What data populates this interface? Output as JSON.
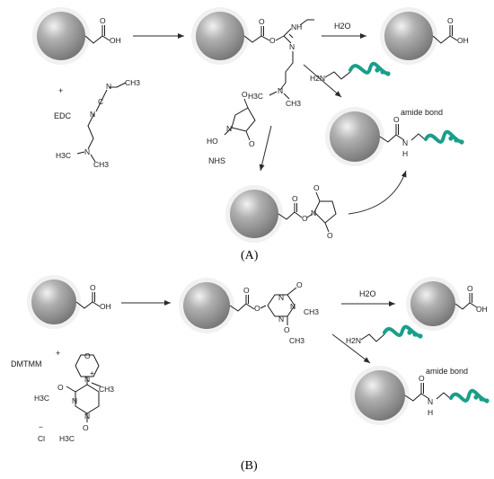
{
  "panel_a": {
    "label": "(A)",
    "reagents": {
      "plus": "+",
      "edc": "EDC",
      "nhs": "NHS",
      "water": "H2O"
    },
    "atoms": {
      "oh": "OH",
      "o": "O",
      "nh": "NH",
      "n": "N",
      "c": "C",
      "ch3": "CH3",
      "h3c": "H3C",
      "ho": "HO",
      "h2n": "H2N",
      "h": "H"
    },
    "amide_bond": "amide bond"
  },
  "panel_b": {
    "label": "(B)",
    "reagents": {
      "plus": "+",
      "dmtmm": "DMTMM",
      "water": "H2O",
      "cl": "Cl",
      "charge_minus": "−",
      "charge_plus": "+"
    },
    "atoms": {
      "oh": "OH",
      "o": "O",
      "n": "N",
      "ch3": "CH3",
      "h3c": "H3C",
      "h2n": "H2N",
      "h": "H"
    },
    "amide_bond": "amide bond"
  },
  "colors": {
    "particle": "#8f8f8f",
    "peptide": "#1a9e8a",
    "ink": "#1a1a1a"
  }
}
